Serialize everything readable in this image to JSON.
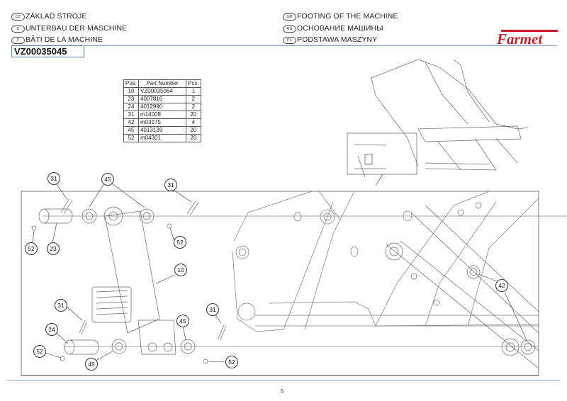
{
  "header": {
    "titles_left": [
      {
        "lang": "CZ",
        "text": "ZÁKLAD STROJE"
      },
      {
        "lang": "D",
        "text": "UNTERBAU DER MASCHINE"
      },
      {
        "lang": "F",
        "text": "BÂTI DE LA MACHINE"
      }
    ],
    "titles_right": [
      {
        "lang": "GB",
        "text": "FOOTING OF THE MACHINE"
      },
      {
        "lang": "RU",
        "text": "ОСНОВАНИЕ МАШИНЫ"
      },
      {
        "lang": "PL",
        "text": "PODSTAWA MASZYNY"
      }
    ],
    "assembly_code": "VZ00035045",
    "brand": "Farmet",
    "brand_color": "#c8202b"
  },
  "parts_table": {
    "headers": [
      "Pos.",
      "Part Number",
      "Pcs."
    ],
    "rows": [
      [
        "10",
        "VZ00035064",
        "1"
      ],
      [
        "23",
        "4007816",
        "2"
      ],
      [
        "24",
        "4012990",
        "2"
      ],
      [
        "31",
        "m14008",
        "20"
      ],
      [
        "42",
        "m03175",
        "4"
      ],
      [
        "45",
        "4013139",
        "20"
      ],
      [
        "52",
        "m04301",
        "20"
      ]
    ]
  },
  "callouts": [
    "31",
    "45",
    "31",
    "52",
    "23",
    "52",
    "10",
    "31",
    "24",
    "45",
    "31",
    "52",
    "45",
    "52",
    "42"
  ],
  "footer": {
    "page_number": "5"
  }
}
